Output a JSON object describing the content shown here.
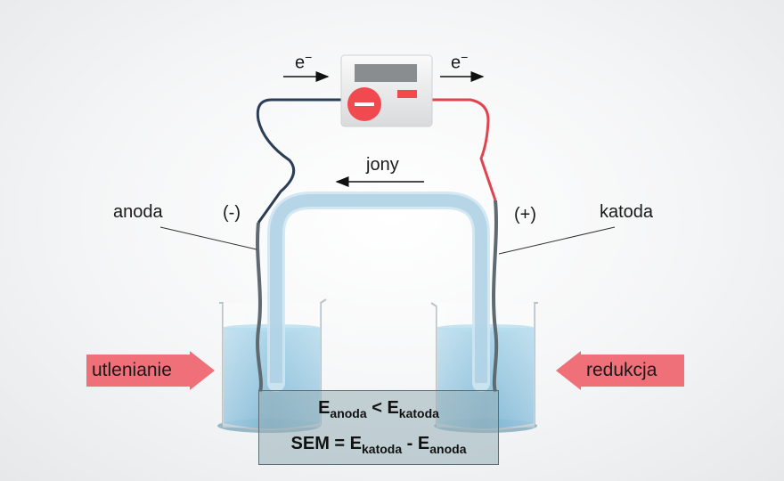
{
  "electron_left": "e",
  "electron_right": "e",
  "electron_sign": "−",
  "ions": "jony",
  "anode_label": "anoda",
  "cathode_label": "katoda",
  "anode_sign": "(-)",
  "cathode_sign": "(+)",
  "oxidation": "utlenianie",
  "reduction": "redukcja",
  "formula": {
    "line1": {
      "E1": "E",
      "sub1": "anoda",
      "op": " < ",
      "E2": "E",
      "sub2": "katoda"
    },
    "line2": {
      "lhs": "SEM = ",
      "E1": "E",
      "sub1": "katoda",
      "op": " - ",
      "E2": "E",
      "sub2": "anoda"
    }
  },
  "colors": {
    "solution": "#8ec3dc",
    "wire_negative": "#2c3e55",
    "wire_positive": "#e0454f",
    "arrow_fill": "#f0707a",
    "knob": "#f04a50"
  }
}
